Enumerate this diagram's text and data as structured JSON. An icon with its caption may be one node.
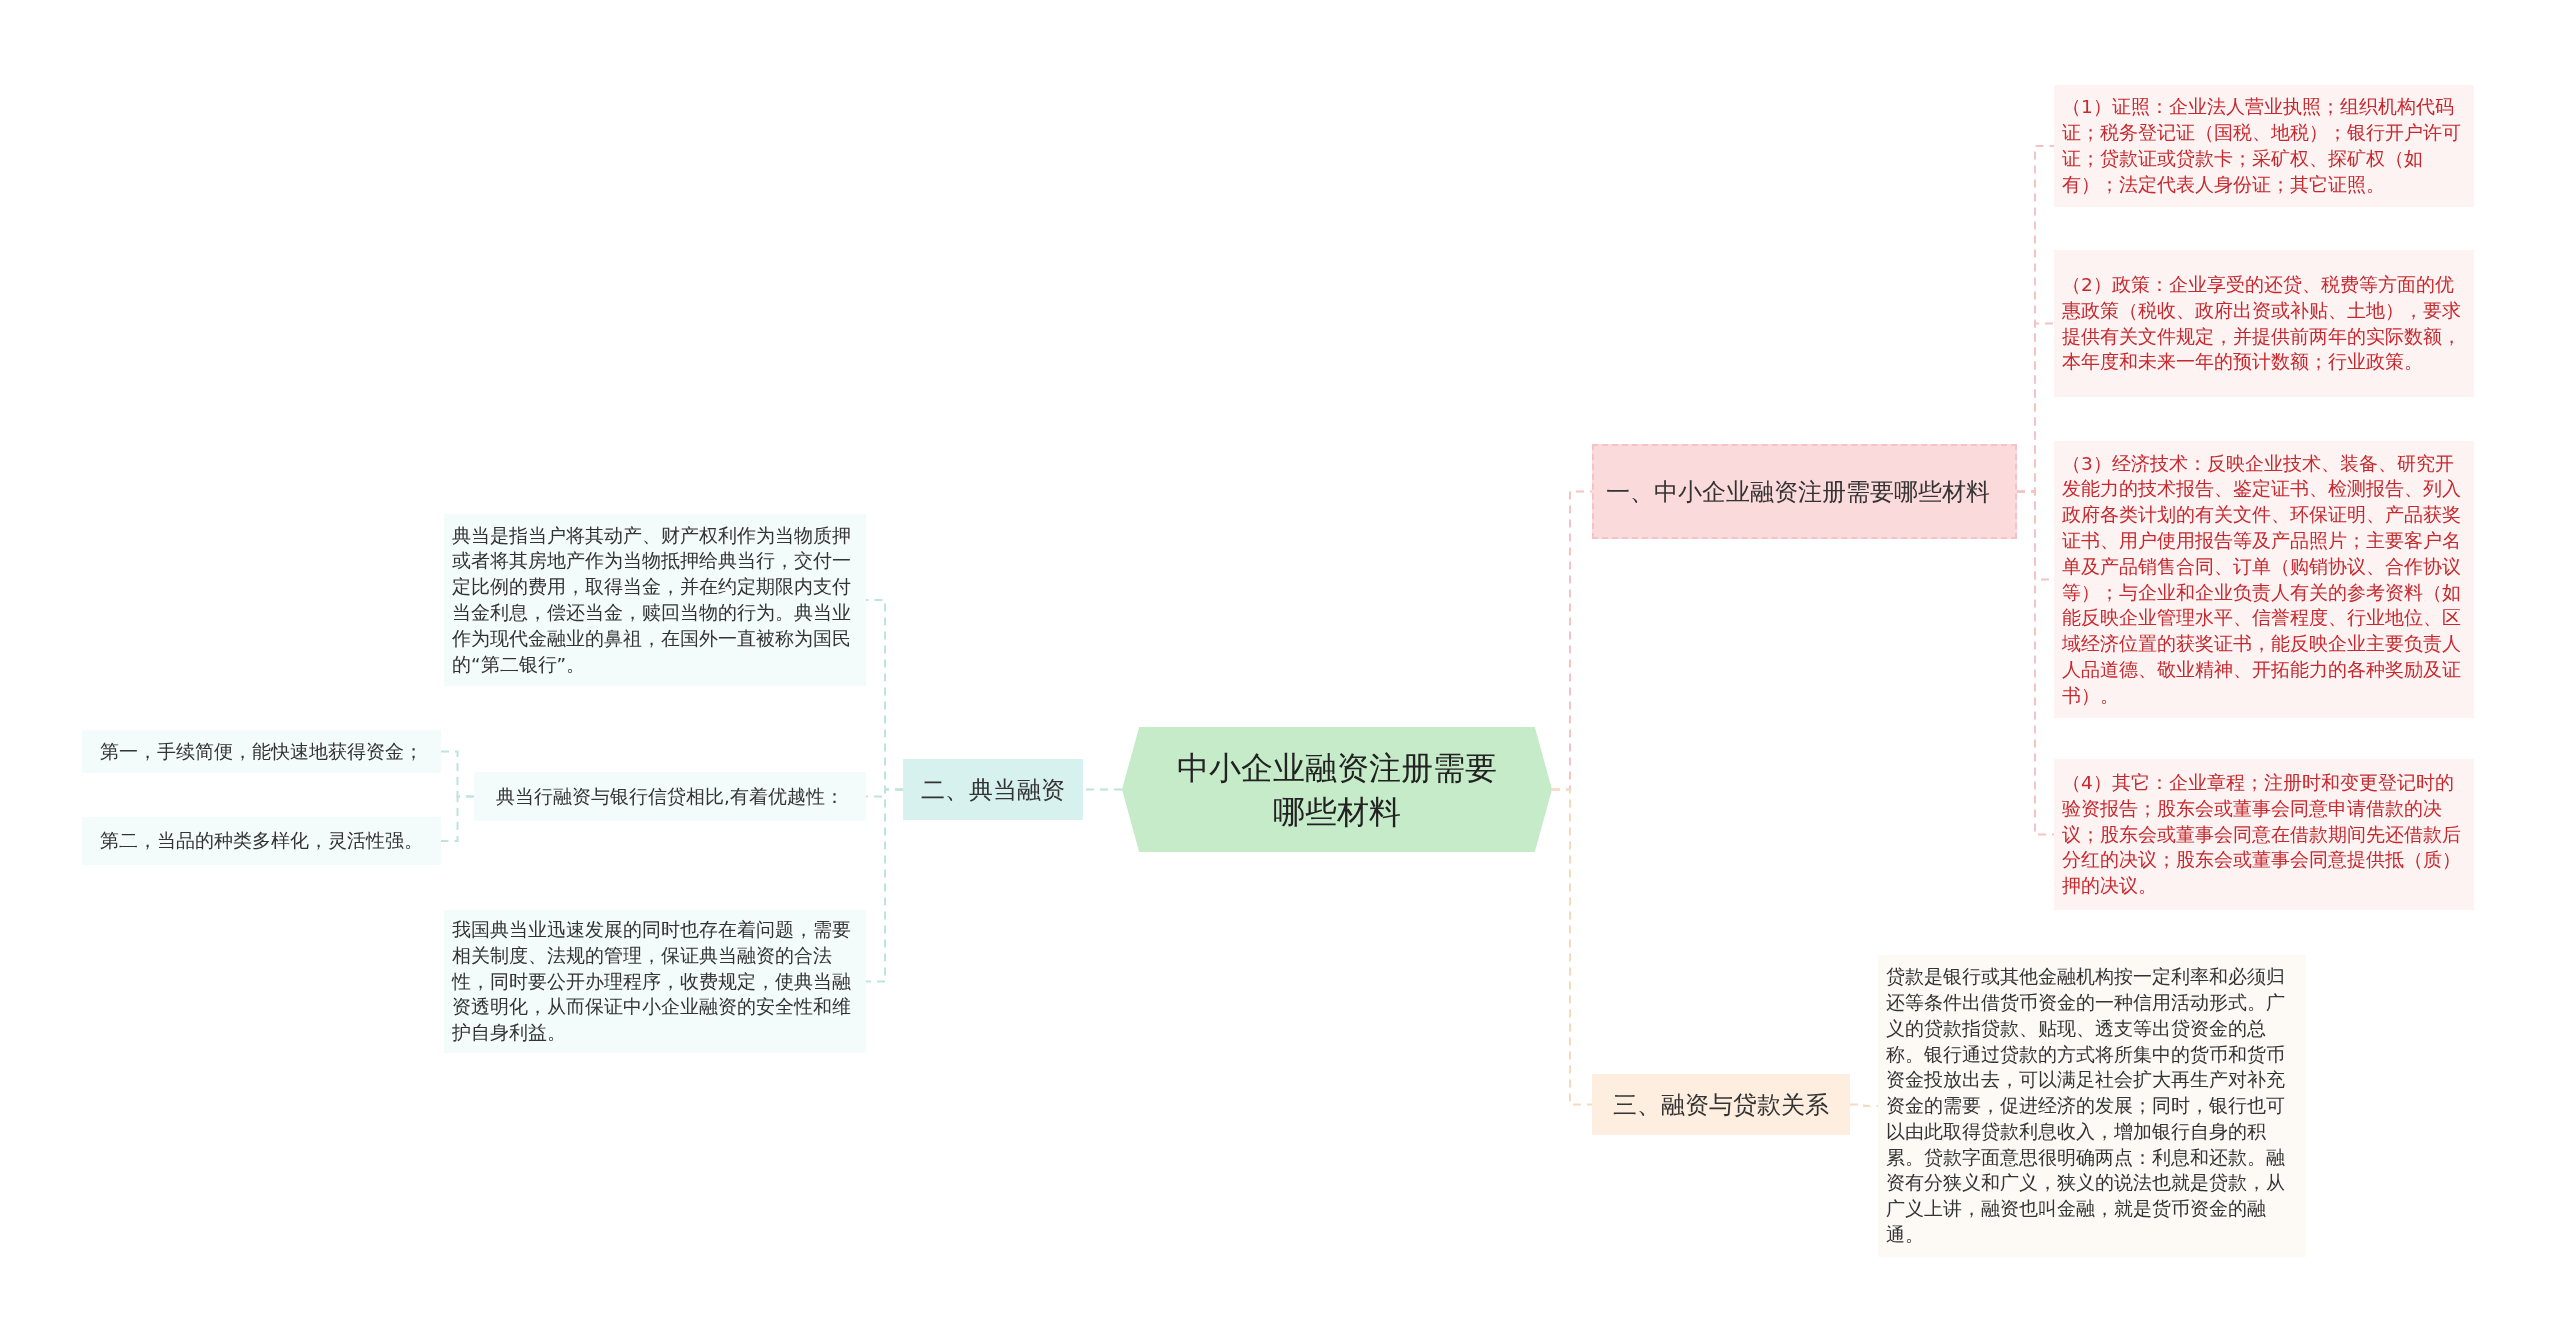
{
  "diagram": {
    "nodes": [
      {
        "text": [
          "中小企业融资注册需要哪些材料"
        ]
      },
      {
        "text": [
          "一、中小企业融资注册需要哪些材料"
        ]
      },
      {
        "text": [
          "（1）证照：企业法人营业执照；组织机构代码证；税务登记证（国税、地税）；银行开户许可证；贷款证或贷款卡；采矿权、探矿权（如有）；法定代表人身份证；其它证照。"
        ]
      },
      {
        "text": [
          "（2）政策：企业享受的还贷、税费等方面的优惠政策（税收、政府出资或补贴、土地），要求提供有关文件规定，并提供前两年的实际数额，本年度和未来一年的预计数额；行业政策。"
        ]
      },
      {
        "text": [
          "（3）经济技术：反映企业技术、装备、研究开发能力的技术报告、鉴定证书、检测报告、列入政府各类计划的有关文件、环保证明、产品获奖证书、用户使用报告等及产品照片；主要客户名单及产品销售合同、订单（购销协议、合作协议等）；与企业和企业负责人有关的参考资料（如能反映企业管理水平、信誉程度、行业地位、区域经济位置的获奖证书，能反映企业主要负责人人品道德、敬业精神、开拓能力的各种奖励及证书）。"
        ]
      },
      {
        "text": [
          "（4）其它：企业章程；注册时和变更登记时的验资报告；股东会或董事会同意申请借款的决议；股东会或董事会同意在借款期间先还借款后分红的决议；股东会或董事会同意提供抵（质）押的决议。"
        ]
      },
      {
        "text": [
          "三、融资与贷款关系"
        ]
      },
      {
        "text": [
          "贷款是银行或其他金融机构按一定利率和必须归还等条件出借货币资金的一种信用活动形式。广义的贷款指贷款、贴现、透支等出贷资金的总称。银行通过贷款的方式将所集中的货币和货币资金投放出去，可以满足社会扩大再生产对补充资金的需要，促进经济的发展；同时，银行也可以由此取得贷款利息收入，增加银行自身的积累。贷款字面意思很明确两点：利息和还款。融资有分狭义和广义，狭义的说法也就是贷款，从广义上讲，融资也叫金融，就是货币资金的融通。"
        ]
      },
      {
        "text": [
          "二、典当融资"
        ]
      },
      {
        "text": [
          "典当是指当户将其动产、财产权利作为当物质押或者将其房地产作为当物抵押给典当行，交付一定比例的费用，取得当金，并在约定期限内支付当金利息，偿还当金，赎回当物的行为。典当业作为现代金融业的鼻祖，在国外一直被称为国民的“第二银行”。"
        ]
      },
      {
        "text": [
          "典当行融资与银行信贷相比,有着优越性："
        ]
      },
      {
        "text": [
          "第一，手续简便，能快速地获得资金；"
        ]
      },
      {
        "text": [
          "第二，当品的种类多样化，灵活性强。"
        ]
      },
      {
        "text": [
          "我国典当业迅速发展的同时也存在着问题，需要相关制度、法规的管理，保证典当融资的合法性，同时要公开办理程序，收费规定，使典当融资透明化，从而保证中小企业融资的安全性和维护自身利益。"
        ]
      }
    ],
    "edges": [
      {
        "from": 0,
        "to": 1,
        "arrow": "none",
        "style": "dashed",
        "color": "#f3c4c6"
      },
      {
        "from": 1,
        "to": 2,
        "arrow": "none",
        "style": "dashed",
        "color": "#f3c4c6"
      },
      {
        "from": 1,
        "to": 3,
        "arrow": "none",
        "style": "dashed",
        "color": "#f3c4c6"
      },
      {
        "from": 1,
        "to": 4,
        "arrow": "none",
        "style": "dashed",
        "color": "#f3c4c6"
      },
      {
        "from": 1,
        "to": 5,
        "arrow": "none",
        "style": "dashed",
        "color": "#f3c4c6"
      },
      {
        "from": 0,
        "to": 6,
        "arrow": "none",
        "style": "dashed",
        "color": "#f8d9bd"
      },
      {
        "from": 6,
        "to": 7,
        "arrow": "none",
        "style": "dashed",
        "color": "#f8d9bd"
      },
      {
        "from": 0,
        "to": 8,
        "arrow": "none",
        "style": "dashed",
        "color": "#bfe3df"
      },
      {
        "from": 8,
        "to": 9,
        "arrow": "none",
        "style": "dashed",
        "color": "#bfe3df"
      },
      {
        "from": 8,
        "to": 10,
        "arrow": "none",
        "style": "dashed",
        "color": "#bfe3df"
      },
      {
        "from": 8,
        "to": 13,
        "arrow": "none",
        "style": "dashed",
        "color": "#bfe3df"
      },
      {
        "from": 10,
        "to": 11,
        "arrow": "none",
        "style": "dashed",
        "color": "#bfe3df"
      },
      {
        "from": 10,
        "to": 12,
        "arrow": "none",
        "style": "dashed",
        "color": "#bfe3df"
      }
    ]
  }
}
